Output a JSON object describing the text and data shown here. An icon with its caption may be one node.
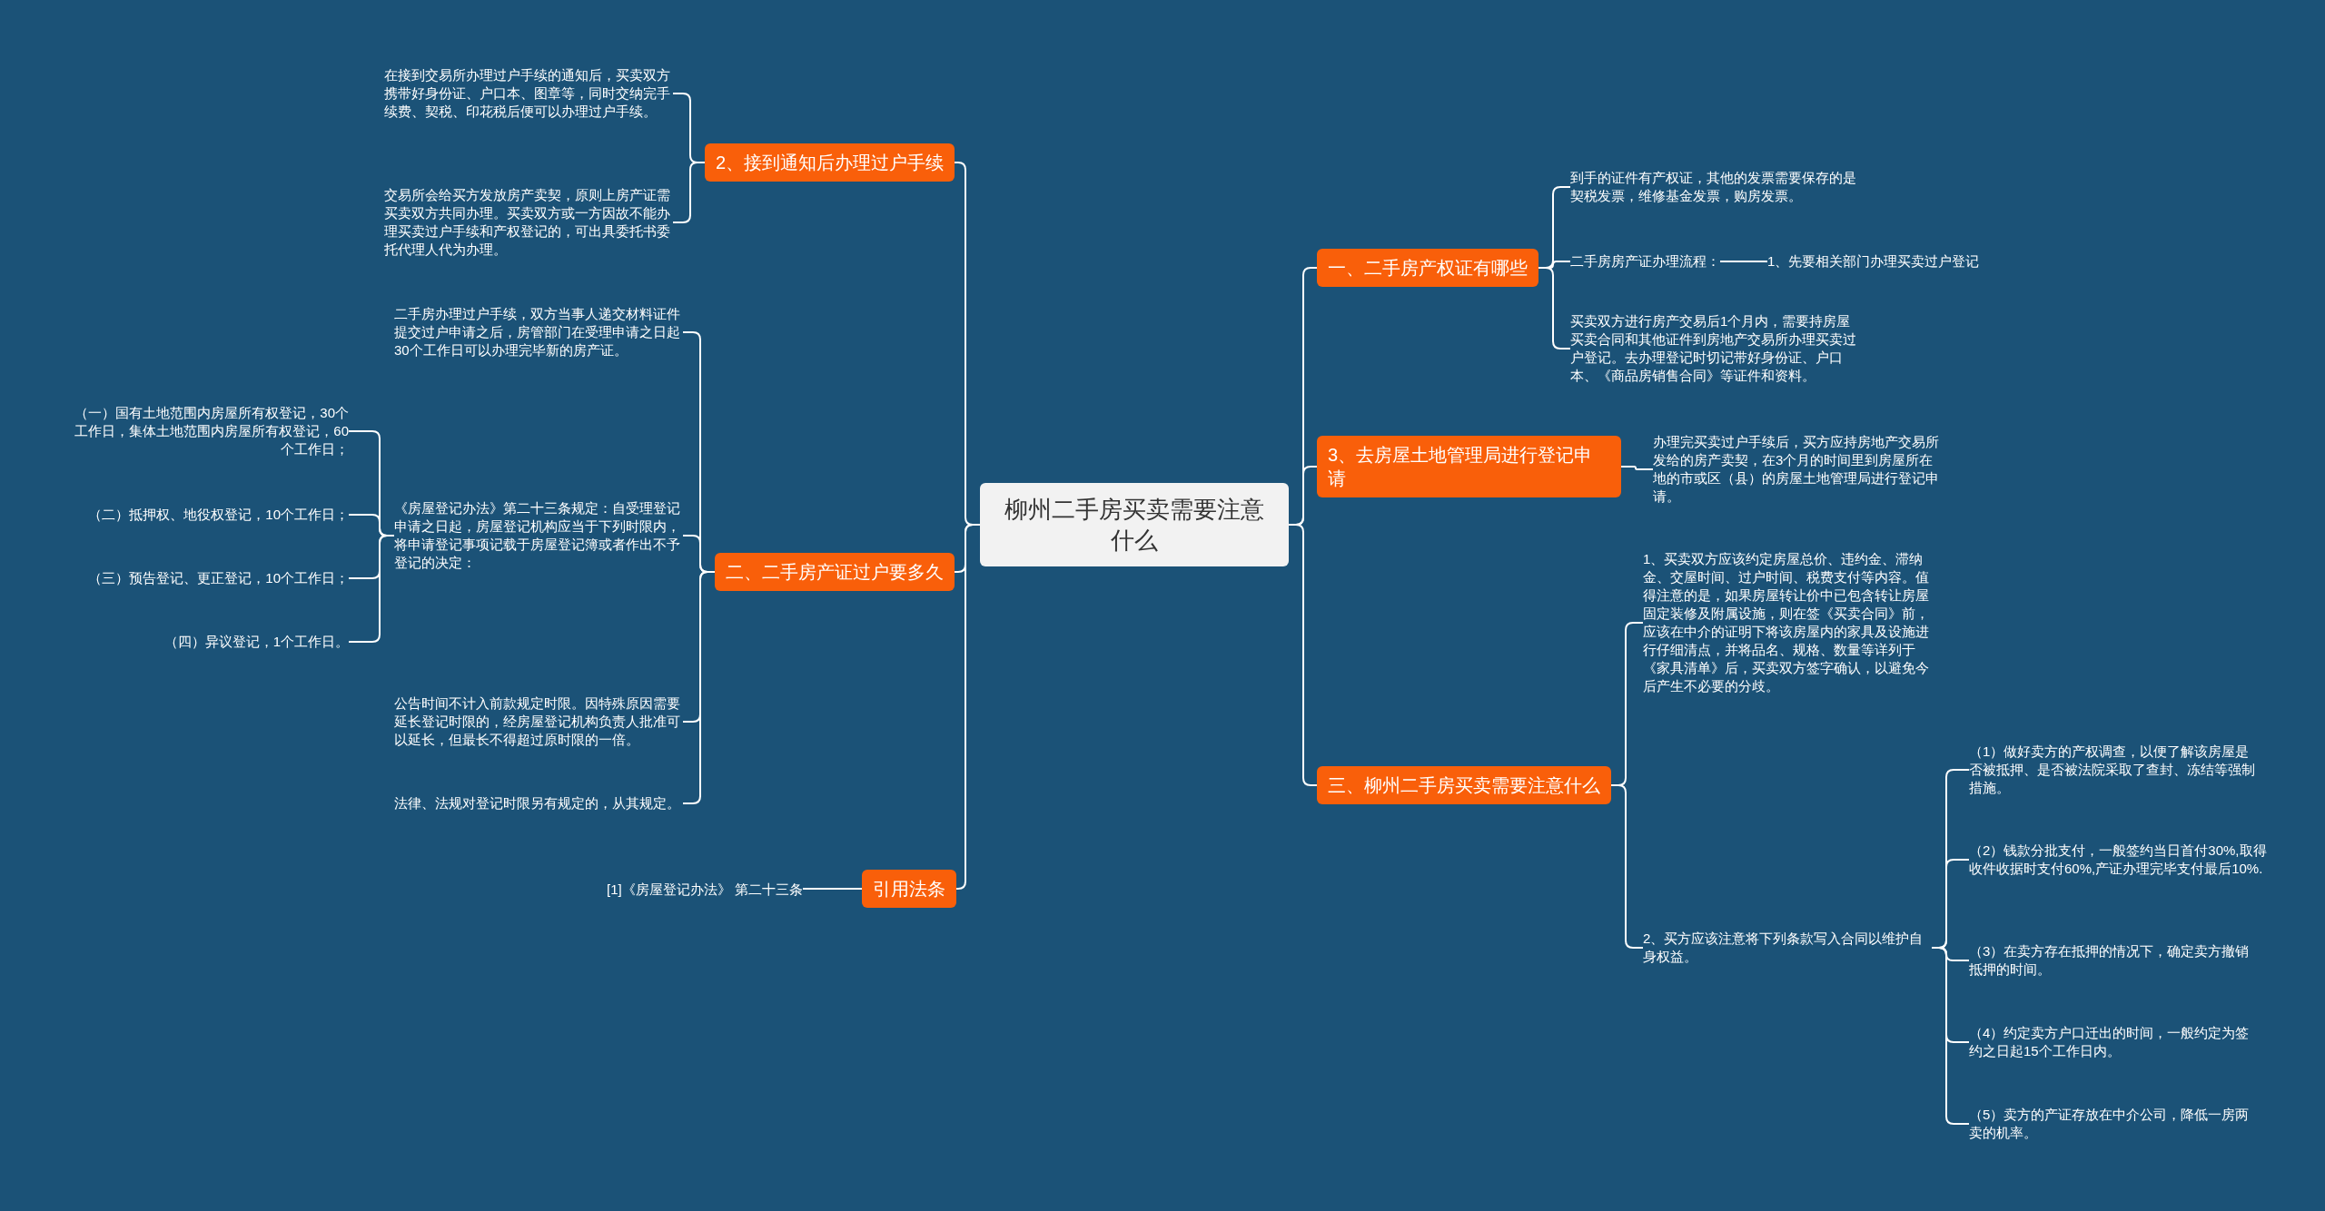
{
  "diagram": {
    "nodes": [
      {
        "text": [
          "柳州二手房买卖需要注意什么"
        ]
      },
      {
        "text": [
          "一、二手房产权证有哪些"
        ]
      },
      {
        "text": [
          "到手的证件有产权证，其他的发票需要保存的是契税发票，维修基金发票，购房发票。"
        ]
      },
      {
        "text": [
          "二手房房产证办理流程："
        ]
      },
      {
        "text": [
          "1、先要相关部门办理买卖过户登记"
        ]
      },
      {
        "text": [
          "买卖双方进行房产交易后1个月内，需要持房屋买卖合同和其他证件到房地产交易所办理买卖过户登记。去办理登记时切记带好身份证、户口本、《商品房销售合同》等证件和资料。"
        ]
      },
      {
        "text": [
          "3、去房屋土地管理局进行登记申请"
        ]
      },
      {
        "text": [
          "办理完买卖过户手续后，买方应持房地产交易所发给的房产卖契，在3个月的时间里到房屋所在地的市或区（县）的房屋土地管理局进行登记申请。"
        ]
      },
      {
        "text": [
          "三、柳州二手房买卖需要注意什么"
        ]
      },
      {
        "text": [
          "1、买卖双方应该约定房屋总价、违约金、滞纳金、交屋时间、过户时间、税费支付等内容。值得注意的是，如果房屋转让价中已包含转让房屋固定装修及附属设施，则在签《买卖合同》前，应该在中介的证明下将该房屋内的家具及设施进行仔细清点，并将品名、规格、数量等详列于《家具清单》后，买卖双方签字确认，以避免今后产生不必要的分歧。"
        ]
      },
      {
        "text": [
          "2、买方应该注意将下列条款写入合同以维护自身权益。"
        ]
      },
      {
        "text": [
          "（1）做好卖方的产权调查，以便了解该房屋是否被抵押、是否被法院采取了查封、冻结等强制措施。"
        ]
      },
      {
        "text": [
          "（2）钱款分批支付，一般签约当日首付30%,取得收件收据时支付60%,产证办理完毕支付最后10%."
        ]
      },
      {
        "text": [
          "（3）在卖方存在抵押的情况下，确定卖方撤销抵押的时间。"
        ]
      },
      {
        "text": [
          "（4）约定卖方户口迁出的时间，一般约定为签约之日起15个工作日内。"
        ]
      },
      {
        "text": [
          "（5）卖方的产证存放在中介公司，降低一房两卖的机率。"
        ]
      },
      {
        "text": [
          "2、接到通知后办理过户手续"
        ]
      },
      {
        "text": [
          "在接到交易所办理过户手续的通知后，买卖双方携带好身份证、户口本、图章等，同时交纳完手续费、契税、印花税后便可以办理过户手续。"
        ]
      },
      {
        "text": [
          "交易所会给买方发放房产卖契，原则上房产证需买卖双方共同办理。买卖双方或一方因故不能办理买卖过户手续和产权登记的，可出具委托书委托代理人代为办理。"
        ]
      },
      {
        "text": [
          "二、二手房产证过户要多久"
        ]
      },
      {
        "text": [
          "二手房办理过户手续，双方当事人递交材料证件提交过户申请之后，房管部门在受理申请之日起30个工作日可以办理完毕新的房产证。"
        ]
      },
      {
        "text": [
          "《房屋登记办法》第二十三条规定：自受理登记申请之日起，房屋登记机构应当于下列时限内，将申请登记事项记载于房屋登记簿或者作出不予登记的决定："
        ]
      },
      {
        "text": [
          "（一）国有土地范围内房屋所有权登记，30个工作日，集体土地范围内房屋所有权登记，60个工作日；"
        ]
      },
      {
        "text": [
          "（二）抵押权、地役权登记，10个工作日；"
        ]
      },
      {
        "text": [
          "（三）预告登记、更正登记，10个工作日；"
        ]
      },
      {
        "text": [
          "（四）异议登记，1个工作日。"
        ]
      },
      {
        "text": [
          "公告时间不计入前款规定时限。因特殊原因需要延长登记时限的，经房屋登记机构负责人批准可以延长，但最长不得超过原时限的一倍。"
        ]
      },
      {
        "text": [
          "法律、法规对登记时限另有规定的，从其规定。"
        ]
      },
      {
        "text": [
          "引用法条"
        ]
      },
      {
        "text": [
          "[1]《房屋登记办法》 第二十三条"
        ]
      }
    ],
    "edges": [
      {
        "from": 0,
        "to": 1,
        "arrow": "none"
      },
      {
        "from": 0,
        "to": 6,
        "arrow": "none"
      },
      {
        "from": 0,
        "to": 8,
        "arrow": "none"
      },
      {
        "from": 0,
        "to": 16,
        "arrow": "none"
      },
      {
        "from": 0,
        "to": 19,
        "arrow": "none"
      },
      {
        "from": 0,
        "to": 28,
        "arrow": "none"
      },
      {
        "from": 1,
        "to": 2,
        "arrow": "none"
      },
      {
        "from": 1,
        "to": 3,
        "arrow": "none"
      },
      {
        "from": 1,
        "to": 5,
        "arrow": "none"
      },
      {
        "from": 3,
        "to": 4,
        "arrow": "none"
      },
      {
        "from": 6,
        "to": 7,
        "arrow": "none"
      },
      {
        "from": 8,
        "to": 9,
        "arrow": "none"
      },
      {
        "from": 8,
        "to": 10,
        "arrow": "none"
      },
      {
        "from": 10,
        "to": 11,
        "arrow": "none"
      },
      {
        "from": 10,
        "to": 12,
        "arrow": "none"
      },
      {
        "from": 10,
        "to": 13,
        "arrow": "none"
      },
      {
        "from": 10,
        "to": 14,
        "arrow": "none"
      },
      {
        "from": 10,
        "to": 15,
        "arrow": "none"
      },
      {
        "from": 16,
        "to": 17,
        "arrow": "none"
      },
      {
        "from": 16,
        "to": 18,
        "arrow": "none"
      },
      {
        "from": 19,
        "to": 20,
        "arrow": "none"
      },
      {
        "from": 19,
        "to": 21,
        "arrow": "none"
      },
      {
        "from": 19,
        "to": 26,
        "arrow": "none"
      },
      {
        "from": 19,
        "to": 27,
        "arrow": "none"
      },
      {
        "from": 21,
        "to": 22,
        "arrow": "none"
      },
      {
        "from": 21,
        "to": 23,
        "arrow": "none"
      },
      {
        "from": 21,
        "to": 24,
        "arrow": "none"
      },
      {
        "from": 21,
        "to": 25,
        "arrow": "none"
      },
      {
        "from": 28,
        "to": 29,
        "arrow": "none"
      }
    ]
  }
}
